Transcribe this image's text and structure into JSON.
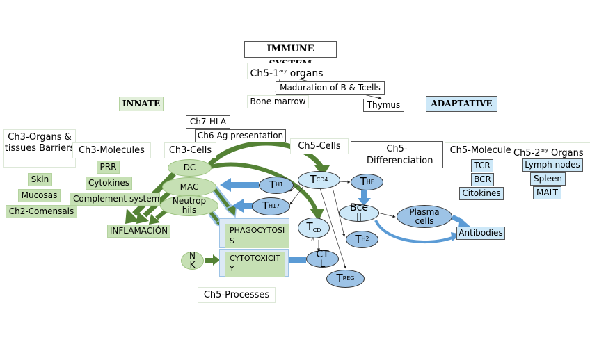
{
  "title": "IMMUNE SYSTEM",
  "primary_organs": {
    "label_prefix": "Ch5-1",
    "label_sup": "ary",
    "label_suffix": " organs",
    "maturation": "Maduration of  B & Tcells",
    "bone_marrow": "Bone marrow",
    "thymus": "Thymus"
  },
  "innate": {
    "heading": "INNATE",
    "organs": {
      "heading": "Ch3-Organs & tissues Barriers",
      "items": [
        "Skin",
        "Mucosas",
        "Ch2-Comensals"
      ]
    },
    "molecules": {
      "heading": "Ch3-Molecules",
      "items": [
        "PRR",
        "Cytokines",
        "Complement system"
      ]
    },
    "cells": {
      "heading": "Ch3-Cells",
      "items": [
        "DC",
        "MAC",
        "Neutrophils"
      ],
      "nk": "NK"
    },
    "inflammation": "INFLAMACIÓN"
  },
  "links": {
    "hla": "Ch7-HLA",
    "ag_presentation": "Ch6-Ag presentation"
  },
  "adaptive": {
    "heading": "ADAPTATIVE",
    "cells_heading": "Ch5-Cells",
    "differentiation_heading": "Ch5-Differenciation",
    "molecules": {
      "heading": "Ch5-Molecules",
      "items": [
        "TCR",
        "BCR",
        "Citokines"
      ]
    },
    "secondary_organs": {
      "label_prefix": "Ch5-2",
      "label_sup": "ary",
      "label_suffix": " Organs",
      "items": [
        "Lymph nodes",
        "Spleen",
        "MALT"
      ]
    },
    "cells": {
      "tcd4": {
        "main": "T",
        "sub": "CD4"
      },
      "tcd8": {
        "main": "T",
        "sub": "CD",
        "tail": "8"
      },
      "th1": {
        "main": "T",
        "sub": "H1"
      },
      "th17": {
        "main": "T",
        "sub": "H17"
      },
      "thf": {
        "main": "T",
        "sub": "HF"
      },
      "th2": {
        "main": "T",
        "sub": "H2"
      },
      "treg": {
        "main": "T",
        "sub": "REG"
      },
      "bcell": "Bcell",
      "ctl": "CTL",
      "plasma": "Plasma cells"
    },
    "antibodies": "Antibodies"
  },
  "processes": {
    "heading": "Ch5-Processes",
    "phagocytosis": "PHAGOCYTOSIS",
    "cytotoxicity": "CYTOTOXICITY"
  },
  "colors": {
    "innate_green": "#c6e0b4",
    "arrow_green": "#548235",
    "adaptive_light_blue": "#cde8f8",
    "adaptive_mid_blue": "#9dc3e6",
    "arrow_blue": "#5b9bd5"
  }
}
